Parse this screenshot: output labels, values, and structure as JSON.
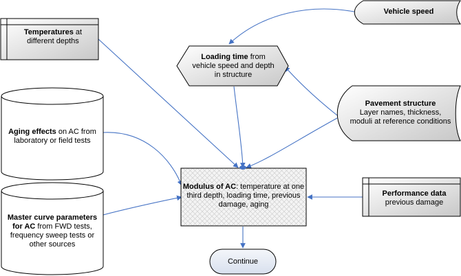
{
  "diagram": {
    "temperatures": {
      "bold": "Temperatures",
      "rest": " at",
      "line2": "different depths"
    },
    "vehicle_speed": {
      "bold": "Vehicle speed"
    },
    "loading_time": {
      "bold": "Loading time",
      "rest": " from",
      "line2": "vehicle speed and depth",
      "line3": "in structure"
    },
    "pavement_structure": {
      "bold": "Pavement structure",
      "line2": "Layer names, thickness,",
      "line3": "moduli at reference conditions"
    },
    "aging_effects": {
      "bold": "Aging effects",
      "rest": " on AC from",
      "line2": "laboratory or field tests"
    },
    "modulus": {
      "bold": "Modulus of AC",
      "rest": ": temperature at one",
      "line2": "third depth, loading time, previous",
      "line3": "damage, aging"
    },
    "performance_data": {
      "bold": "Performance data",
      "line2": "previous damage"
    },
    "master_curve": {
      "bold1": "Master curve parameters",
      "bold2": "for AC",
      "rest": " from FWD tests,",
      "line3": "frequency sweep tests or",
      "line4": "other sources"
    },
    "continue": {
      "label": "Continue"
    }
  },
  "colors": {
    "node_fill": "#d9d9d9",
    "stroke": "#000000",
    "arrow": "#4472c4",
    "continue_fill": "#e6ecf5"
  }
}
